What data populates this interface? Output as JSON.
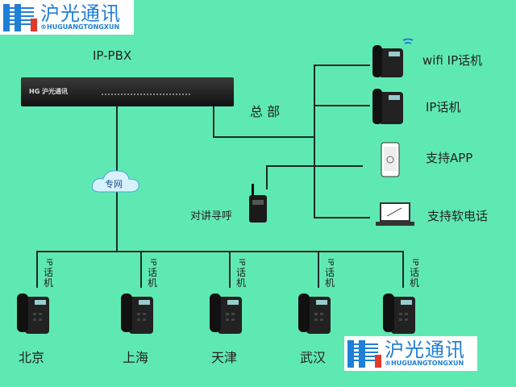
{
  "logo": {
    "name_cn": "沪光通讯",
    "name_en": "®HUGUANGTONGXUN"
  },
  "pbx": {
    "label": "IP-PBX",
    "brand": "HG 沪光通讯"
  },
  "cloud": {
    "label": "专网"
  },
  "headquarters": {
    "label": "总 部",
    "devices": [
      {
        "label": "wifi IP话机",
        "icon": "wifi-phone-icon"
      },
      {
        "label": "IP话机",
        "icon": "ip-phone-icon"
      },
      {
        "label": "支持APP",
        "icon": "smartphone-icon"
      },
      {
        "label": "支持软电话",
        "icon": "laptop-icon"
      }
    ],
    "intercom": {
      "label": "对讲寻呼",
      "icon": "walkie-talkie-icon"
    }
  },
  "branches": [
    {
      "phone_label_ip": "IP",
      "phone_label_cn": "话机",
      "city": "北京"
    },
    {
      "phone_label_ip": "IP",
      "phone_label_cn": "话机",
      "city": "上海"
    },
    {
      "phone_label_ip": "IP",
      "phone_label_cn": "话机",
      "city": "天津"
    },
    {
      "phone_label_ip": "IP",
      "phone_label_cn": "话机",
      "city": "武汉"
    },
    {
      "phone_label_ip": "IP",
      "phone_label_cn": "话机",
      "city": ""
    }
  ],
  "colors": {
    "background": "#5fe9b2",
    "logo_blue": "#1f7fd6",
    "logo_red": "#e23b2e"
  }
}
